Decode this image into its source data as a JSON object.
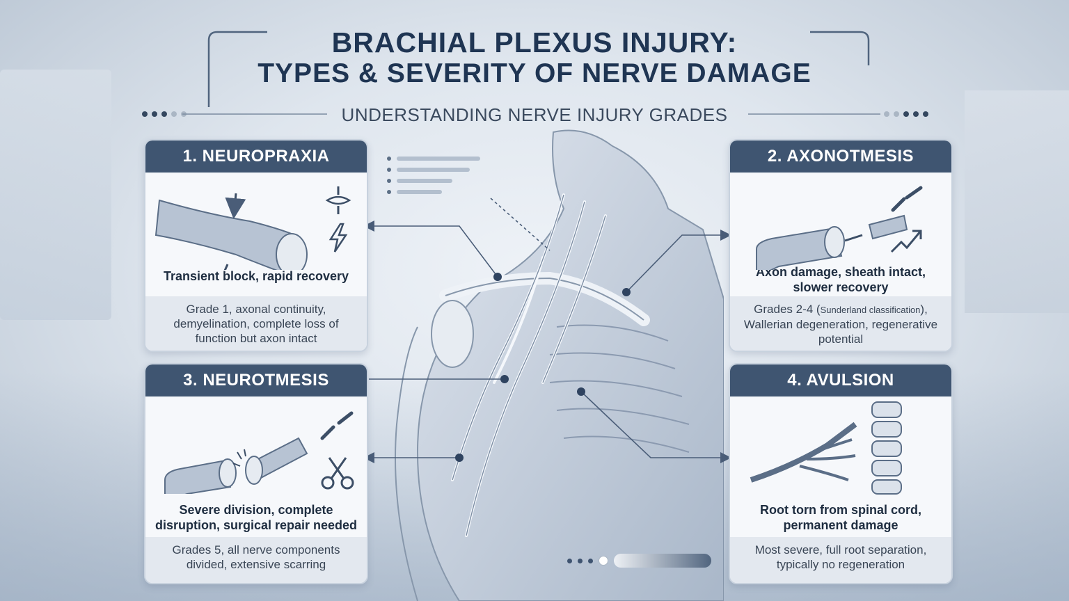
{
  "header": {
    "title_line1": "BRACHIAL PLEXUS INJURY:",
    "title_line2": "TYPES & SEVERITY OF NERVE DAMAGE",
    "subtitle": "UNDERSTANDING NERVE INJURY GRADES"
  },
  "cards": [
    {
      "heading": "1. NEUROPRAXIA",
      "summary": "Transient block, rapid recovery",
      "detail": "Grade 1, axonal continuity, demyelination, complete loss of function but axon intact",
      "icons": [
        "compressed-nerve-icon",
        "pinch-icon",
        "lightning-icon"
      ]
    },
    {
      "heading": "2. AXONOTMESIS",
      "summary": "Axon damage, sheath intact, slower recovery",
      "detail_part1": "Grades 2-4 (",
      "detail_small": "Sunderland classification",
      "detail_part2": "), Wallerian degeneration, regenerative potential",
      "icons": [
        "damaged-axon-icon",
        "broken-link-icon",
        "trend-arrow-icon"
      ]
    },
    {
      "heading": "3. NEUROTMESIS",
      "summary": "Severe division, complete disruption, surgical repair needed",
      "detail": "Grades 5, all nerve components divided, extensive scarring",
      "icons": [
        "severed-nerve-icon",
        "cut-link-icon",
        "scissors-icon"
      ]
    },
    {
      "heading": "4. AVULSION",
      "summary": "Root torn from spinal cord, permanent damage",
      "detail": "Most severe, full root separation, typically no regeneration",
      "icons": [
        "torn-root-icon",
        "spine-icon"
      ]
    }
  ],
  "colors": {
    "header_bg": "#3f5571",
    "title": "#1f3553",
    "card_bg": "#f6f8fb",
    "footer_bg": "#e3e8ef"
  }
}
